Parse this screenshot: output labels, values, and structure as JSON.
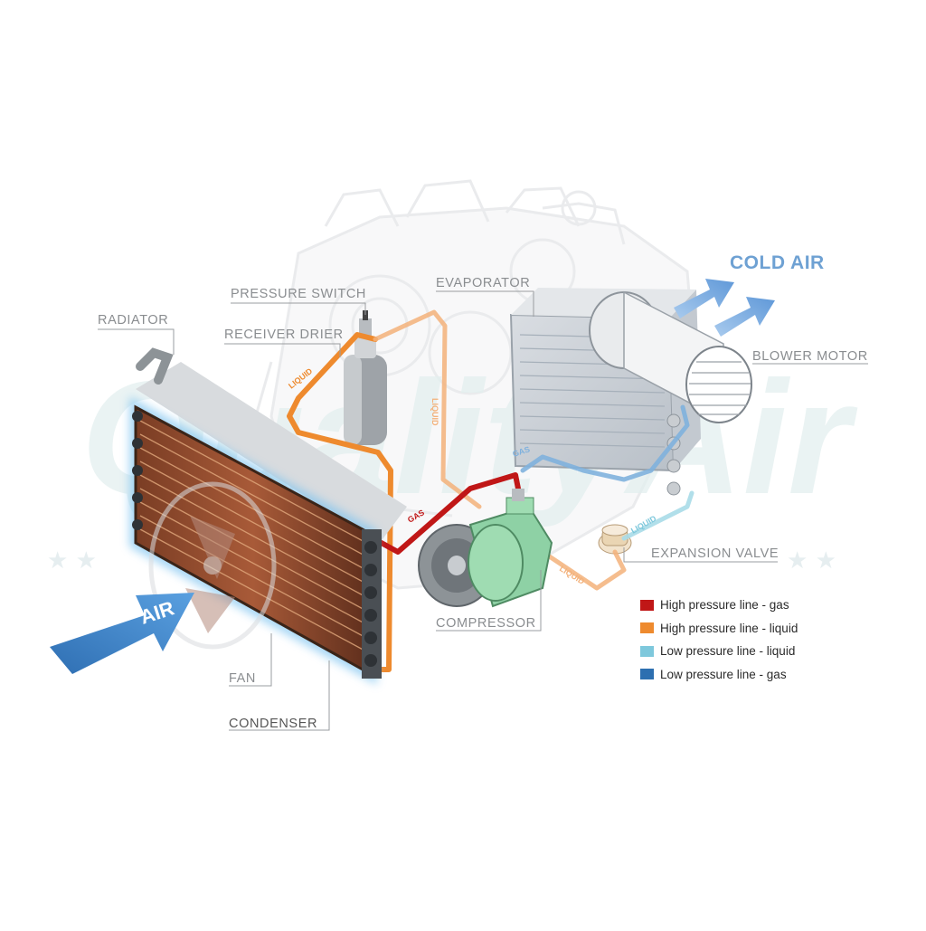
{
  "labels": {
    "radiator": "RADIATOR",
    "pressure_switch": "PRESSURE SWITCH",
    "receiver_drier": "RECEIVER DRIER",
    "evaporator": "EVAPORATOR",
    "blower_motor": "BLOWER MOTOR",
    "expansion_valve": "EXPANSION VALVE",
    "compressor": "COMPRESSOR",
    "fan": "FAN",
    "condenser": "CONDENSER",
    "cold_air": "COLD AIR",
    "air": "AIR"
  },
  "line_tags": {
    "liquid": "LIQUID",
    "gas": "GAS"
  },
  "watermark": "QualityAir",
  "legend": [
    {
      "label": "High pressure line - gas",
      "color": "#c01717"
    },
    {
      "label": "High pressure line - liquid",
      "color": "#ee8a2e"
    },
    {
      "label": "Low pressure line - liquid",
      "color": "#7ec8dc"
    },
    {
      "label": "Low pressure line -  gas",
      "color": "#2d6fb0"
    }
  ],
  "colors": {
    "high_gas": "#c01717",
    "high_liquid": "#ee8a2e",
    "low_liquid": "#7ec8dc",
    "low_gas": "#2d6fb0",
    "air_arrow": "#3d82c6",
    "cold_air_arrow": "#7aaee0",
    "label_gray": "#8a8d90"
  }
}
